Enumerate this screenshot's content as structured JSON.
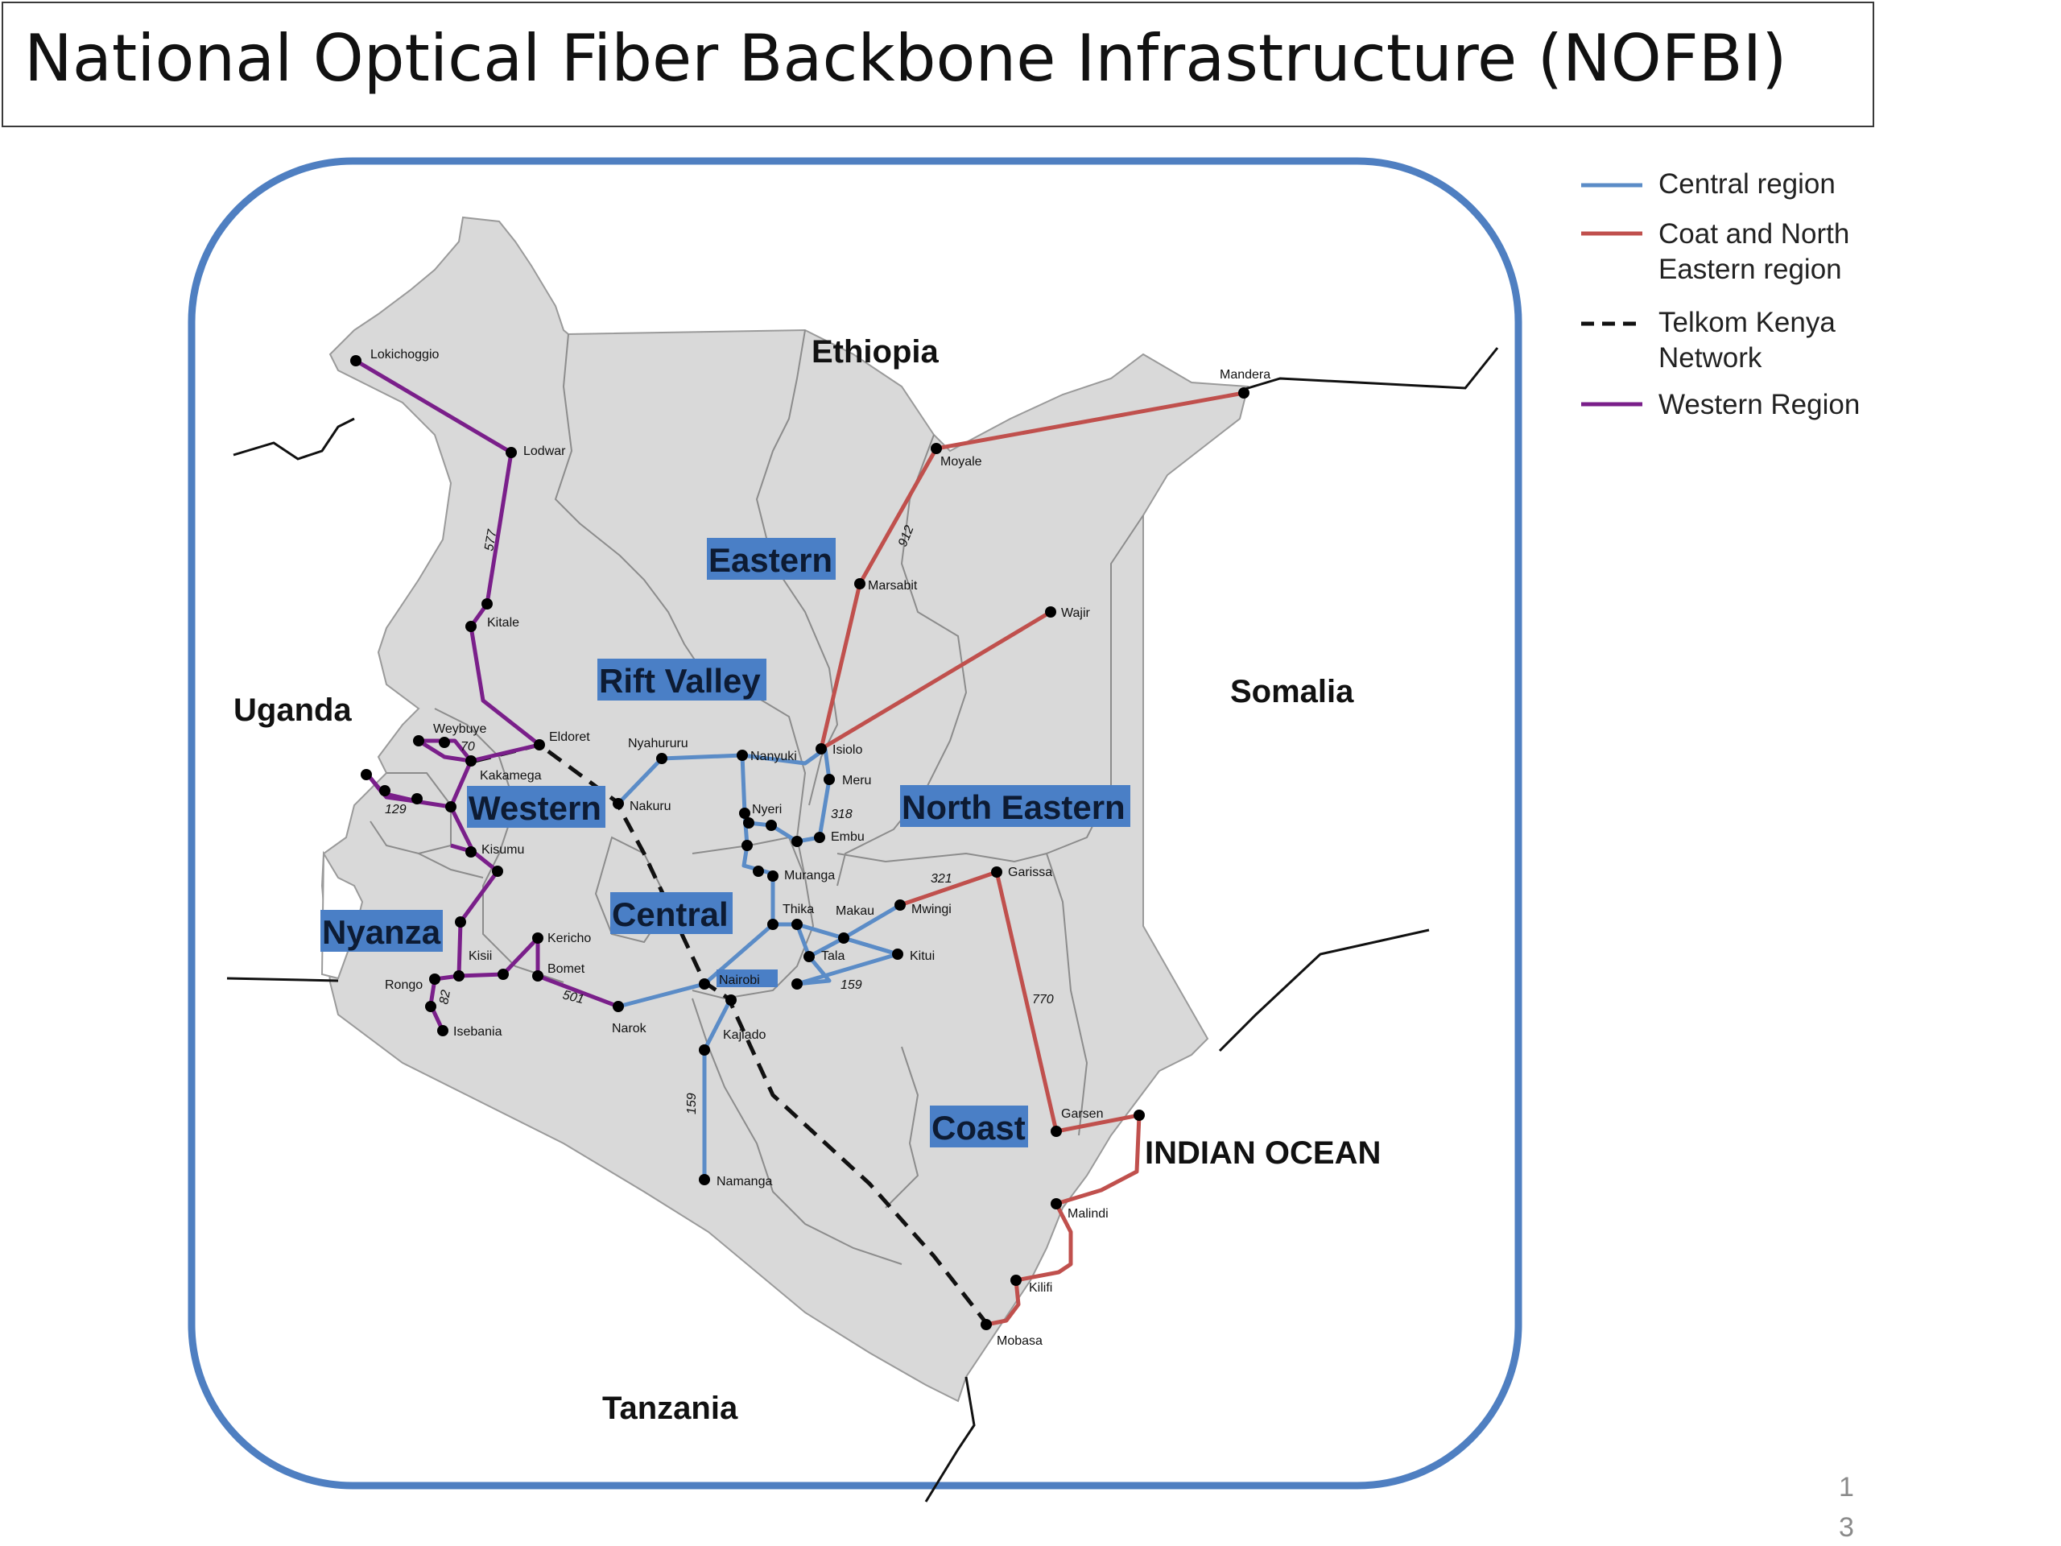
{
  "title": "National Optical Fiber Backbone Infrastructure (NOFBI)",
  "page_number": [
    "1",
    "3"
  ],
  "colors": {
    "central": "#5b8cc7",
    "coast": "#c0504d",
    "telkom": "#111111",
    "western": "#7a1f8a",
    "frame": "#4f7fc1",
    "land": "#d9d9d9"
  },
  "countries": {
    "ethiopia": "Ethiopia",
    "uganda": "Uganda",
    "somalia": "Somalia",
    "tanzania": "Tanzania",
    "ocean": "INDIAN OCEAN"
  },
  "regions": {
    "eastern": "Eastern",
    "rift_valley": "Rift Valley",
    "western": "Western",
    "north_eastern": "North Eastern",
    "central": "Central",
    "nyanza": "Nyanza",
    "coast": "Coast"
  },
  "towns": {
    "lokichoggio": "Lokichoggio",
    "lodwar": "Lodwar",
    "kitale": "Kitale",
    "eldoret": "Eldoret",
    "weybuye": "Weybuye",
    "kakamega": "Kakamega",
    "kisumu": "Kisumu",
    "kisii": "Kisii",
    "kericho": "Kericho",
    "bomet": "Bomet",
    "rongo": "Rongo",
    "isebania": "Isebania",
    "narok": "Narok",
    "nairobi": "Nairobi",
    "kajiado": "Kajiado",
    "namanga": "Namanga",
    "nakuru": "Nakuru",
    "nyahururu": "Nyahururu",
    "nanyuki": "Nanyuki",
    "nyeri": "Nyeri",
    "muranga": "Muranga",
    "thika": "Thika",
    "makau": "Makau",
    "tala": "Tala",
    "kitui": "Kitui",
    "mwingi": "Mwingi",
    "embu": "Embu",
    "meru": "Meru",
    "isiolo": "Isiolo",
    "marsabit": "Marsabit",
    "moyale": "Moyale",
    "mandera": "Mandera",
    "wajir": "Wajir",
    "garissa": "Garissa",
    "garsen": "Garsen",
    "malindi": "Malindi",
    "kilifi": "Kilifi",
    "mobasa": "Mobasa"
  },
  "distances": {
    "d577": "577",
    "d912": "912",
    "d70": "70",
    "d129": "129",
    "d318": "318",
    "d321": "321",
    "d159a": "159",
    "d501": "501",
    "d770": "770",
    "d159b": "159",
    "d82": "82"
  },
  "legend": {
    "central": [
      "Central region"
    ],
    "coast": [
      "Coat and North",
      "Eastern region"
    ],
    "telkom": [
      "Telkom Kenya",
      "Network"
    ],
    "western": [
      "Western Region"
    ]
  }
}
